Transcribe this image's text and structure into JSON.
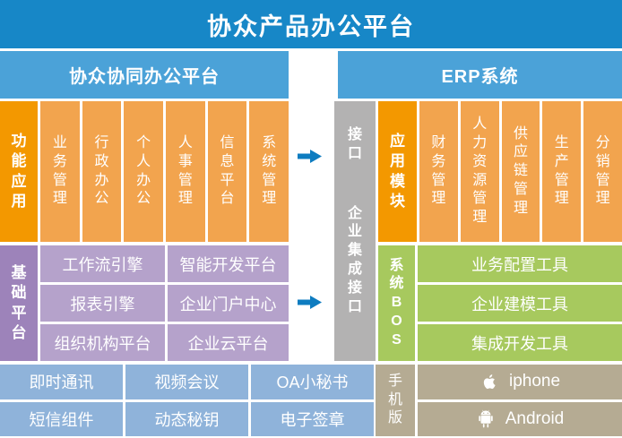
{
  "title": "协众产品办公平台",
  "left_panel": {
    "header": "协众协同办公平台",
    "function_label": "功能应用",
    "function_columns": [
      "业务管理",
      "行政办公",
      "个人办公",
      "人事管理",
      "信息平台",
      "系统管理"
    ],
    "base_label": "基础平台",
    "base_items": [
      "工作流引擎",
      "智能开发平台",
      "报表引擎",
      "企业门户中心",
      "组织机构平台",
      "企业云平台"
    ],
    "tool_items": [
      "即时通讯",
      "视频会议",
      "OA小秘书",
      "短信组件",
      "动态秘钥",
      "电子签章"
    ]
  },
  "connector": {
    "interface_label_top": "接口",
    "interface_label_bottom": "企业集成接口"
  },
  "right_panel": {
    "header": "ERP系统",
    "module_label": "应用模块",
    "module_columns": [
      "财务管理",
      "人力资源管理",
      "供应链管理",
      "生产管理",
      "分销管理"
    ],
    "bos_label": "系统BOS",
    "bos_items": [
      "业务配置工具",
      "企业建模工具",
      "集成开发工具"
    ],
    "mobile_label": "手机版",
    "mobile_items": [
      {
        "icon": "apple-icon",
        "label": "iphone"
      },
      {
        "icon": "android-icon",
        "label": "Android"
      }
    ]
  },
  "colors": {
    "title_bar": "#1787c7",
    "section_header": "#4ba2d8",
    "label_orange": "#f39800",
    "column_orange": "#f2a44e",
    "interface_gray": "#b3b2b2",
    "base_label_purple": "#9d83ba",
    "base_box_purple": "#b5a2cb",
    "bos_green": "#a7c95e",
    "tool_blue": "#8fb3da",
    "mobile_tan": "#b5ab93",
    "arrow_blue": "#0e7cc0",
    "text": "#ffffff"
  }
}
